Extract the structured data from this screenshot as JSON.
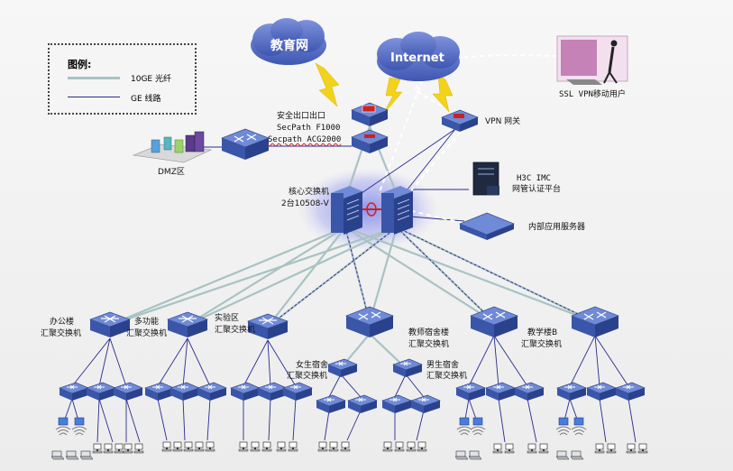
{
  "legend": {
    "title": "图例:",
    "fiber_label": "10GE 光纤",
    "ge_label": "GE 线路",
    "fiber_color": "#a9c2c2",
    "ge_color": "#2b2b8e"
  },
  "clouds": {
    "edu_net": "教育网",
    "internet": "Internet"
  },
  "labels": {
    "ssl_vpn_user": "SSL VPN移动用户",
    "vpn_gateway": "VPN 网关",
    "security_exit": "安全出口出口",
    "secpath_f1000": "SecPath F1000",
    "secpath_acg": "Secpath ACG2000",
    "dmz": "DMZ区",
    "core_switch": "核心交换机",
    "core_switch_model": "2台10508-V",
    "imc_name": "H3C IMC",
    "imc_desc": "网管认证平台",
    "internal_servers": "内部应用服务器",
    "office": "办公楼",
    "multi": "多功能",
    "lab": "实验区",
    "teacher_dorm": "教师宿舍楼",
    "teaching_b": "教学楼B",
    "female_dorm": "女生宿舍",
    "male_dorm": "男生宿舍",
    "agg_switch": "汇聚交换机"
  },
  "colors": {
    "device_blue": "#2f4a9a",
    "device_light": "#5b78c6",
    "glow": "#8a8ee8",
    "lightning": "#f2d21b",
    "cloud": "#5a71c8"
  }
}
